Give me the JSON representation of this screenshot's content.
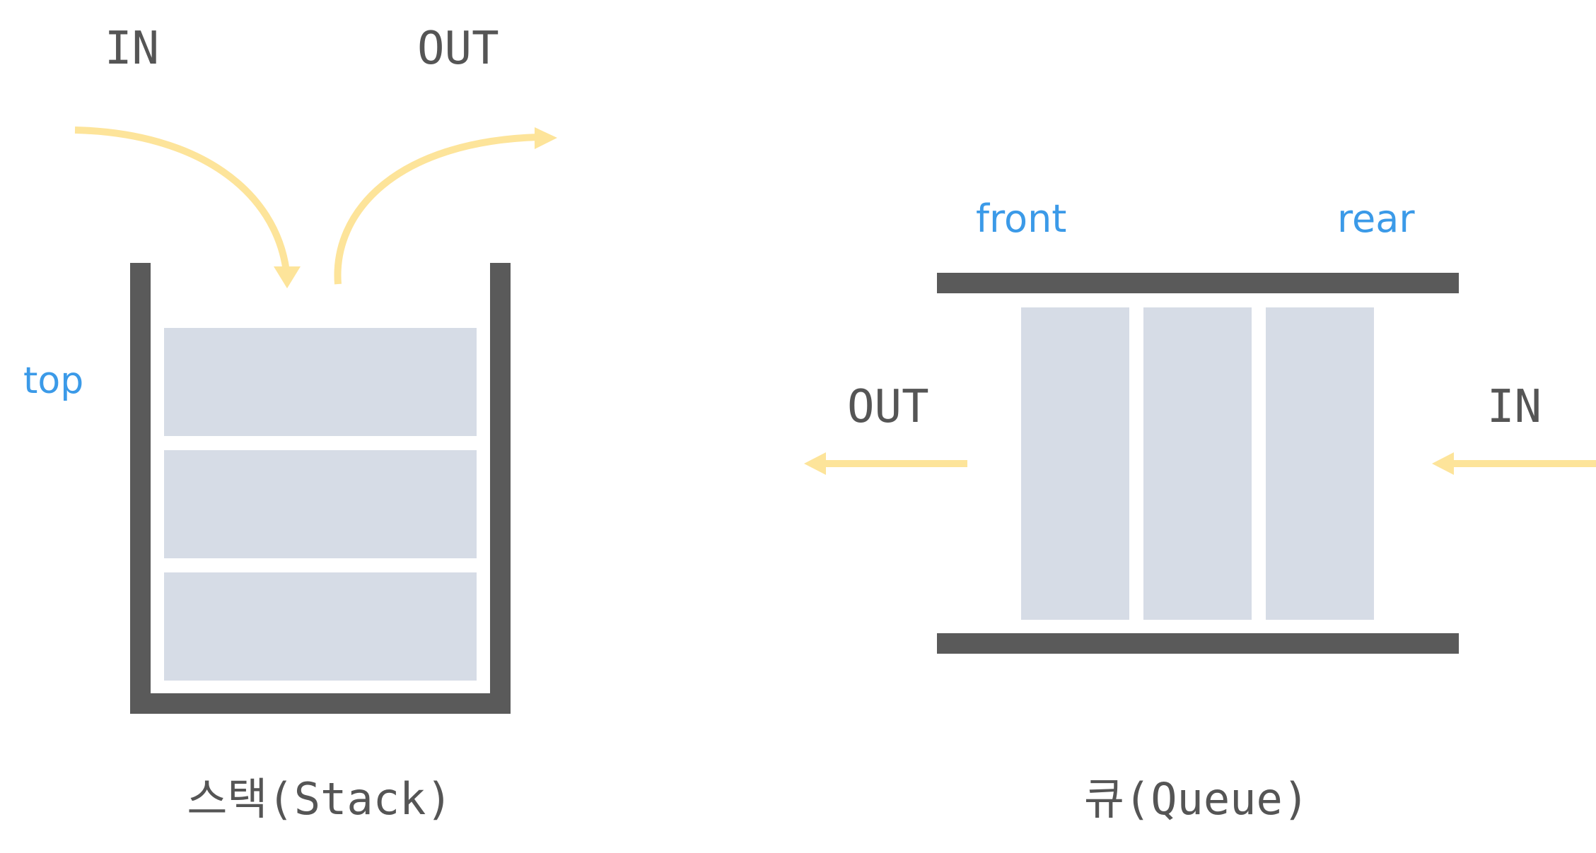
{
  "stack": {
    "in_label": "IN",
    "out_label": "OUT",
    "top_label": "top",
    "caption": "스택(Stack)",
    "item_count": 3
  },
  "queue": {
    "front_label": "front",
    "rear_label": "rear",
    "out_label": "OUT",
    "in_label": "IN",
    "caption": "큐(Queue)",
    "item_count": 3
  },
  "colors": {
    "container": "#5a5a5a",
    "item_fill": "#d6dce6",
    "arrow": "#fde49a",
    "pointer_label": "#3b9ae8",
    "text": "#555555"
  }
}
